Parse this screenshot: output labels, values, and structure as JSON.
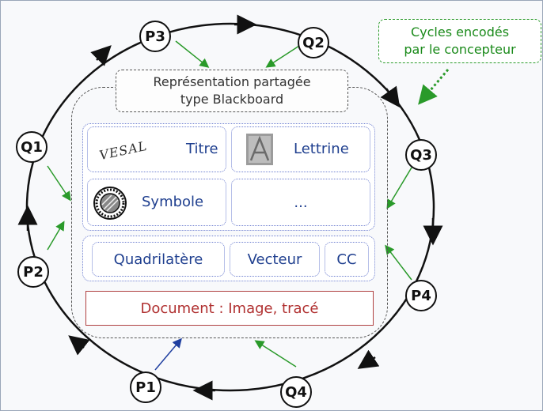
{
  "nodes": {
    "p3": "P3",
    "q2": "Q2",
    "q1": "Q1",
    "q3": "Q3",
    "p2": "P2",
    "p4": "P4",
    "p1": "P1",
    "q4": "Q4"
  },
  "legend": {
    "line1": "Cycles encodés",
    "line2": "par le concepteur"
  },
  "blackboard": {
    "line1": "Représentation partagée",
    "line2": "type Blackboard"
  },
  "cells": {
    "vesal": "VESAL",
    "titre": "Titre",
    "lettrine": "Lettrine",
    "symbole": "Symbole",
    "ellipsis": "...",
    "quadrilatere": "Quadrilatère",
    "vecteur": "Vecteur",
    "cc": "CC"
  },
  "document": "Document : Image, tracé",
  "colors": {
    "cycle": "#111111",
    "arrow_green": "#2a9a2a",
    "arrow_blue": "#2040a0",
    "cell_text": "#1f3f8f",
    "document_text": "#b03030"
  }
}
